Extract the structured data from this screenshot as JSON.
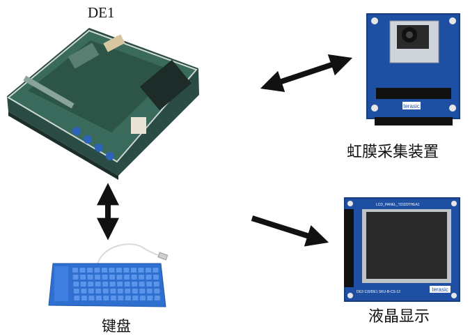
{
  "labels": {
    "de1": "DE1",
    "iris_device": "虹膜采集装置",
    "keyboard": "键盘",
    "lcd_display": "液晶显示"
  },
  "board_texts": {
    "camera_brand": "terasic",
    "lcd_brand": "terasic",
    "lcd_header": "LCD_PANEL_TD320THEA1",
    "lcd_footer": "DE2-115/DE1 SKU-B-CS-12"
  },
  "connections": [
    {
      "from": "de1",
      "to": "iris_device",
      "type": "bidirectional"
    },
    {
      "from": "de1",
      "to": "keyboard",
      "type": "bidirectional"
    },
    {
      "from": "de1",
      "to": "lcd_display",
      "type": "unidirectional"
    }
  ],
  "colors": {
    "board_green": "#2f5a4e",
    "pcb_blue": "#1f4fa3",
    "keyboard_blue": "#2e6fd0",
    "arrow": "#111111"
  }
}
